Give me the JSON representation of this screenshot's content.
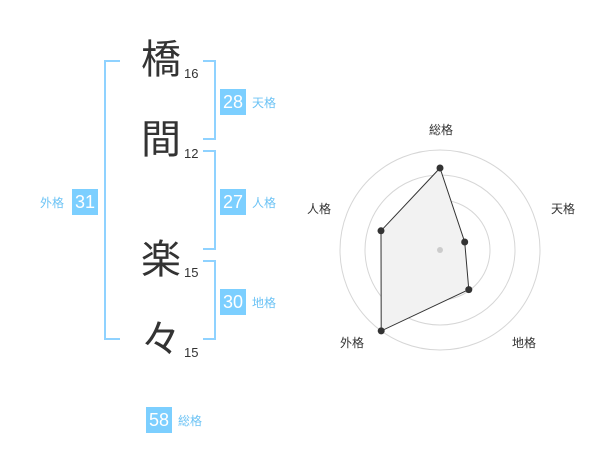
{
  "name_chars": [
    {
      "char": "橋",
      "strokes": "16"
    },
    {
      "char": "間",
      "strokes": "12"
    },
    {
      "char": "楽",
      "strokes": "15"
    },
    {
      "char": "々",
      "strokes": "15"
    }
  ],
  "fortunes": {
    "tenkaku": {
      "value": "28",
      "label": "天格"
    },
    "jinkaku": {
      "value": "27",
      "label": "人格"
    },
    "chikaku": {
      "value": "30",
      "label": "地格"
    },
    "gaikaku": {
      "value": "31",
      "label": "外格"
    },
    "soukaku": {
      "value": "58",
      "label": "総格"
    }
  },
  "chart_data": {
    "type": "radar",
    "axes": [
      "総格",
      "天格",
      "地格",
      "外格",
      "人格"
    ],
    "values": [
      0.82,
      0.26,
      0.49,
      1.0,
      0.62
    ],
    "range": [
      0,
      1
    ],
    "rings": 4,
    "fill_color": "#f2f2f2",
    "line_color": "#333333",
    "point_color": "#333333"
  }
}
